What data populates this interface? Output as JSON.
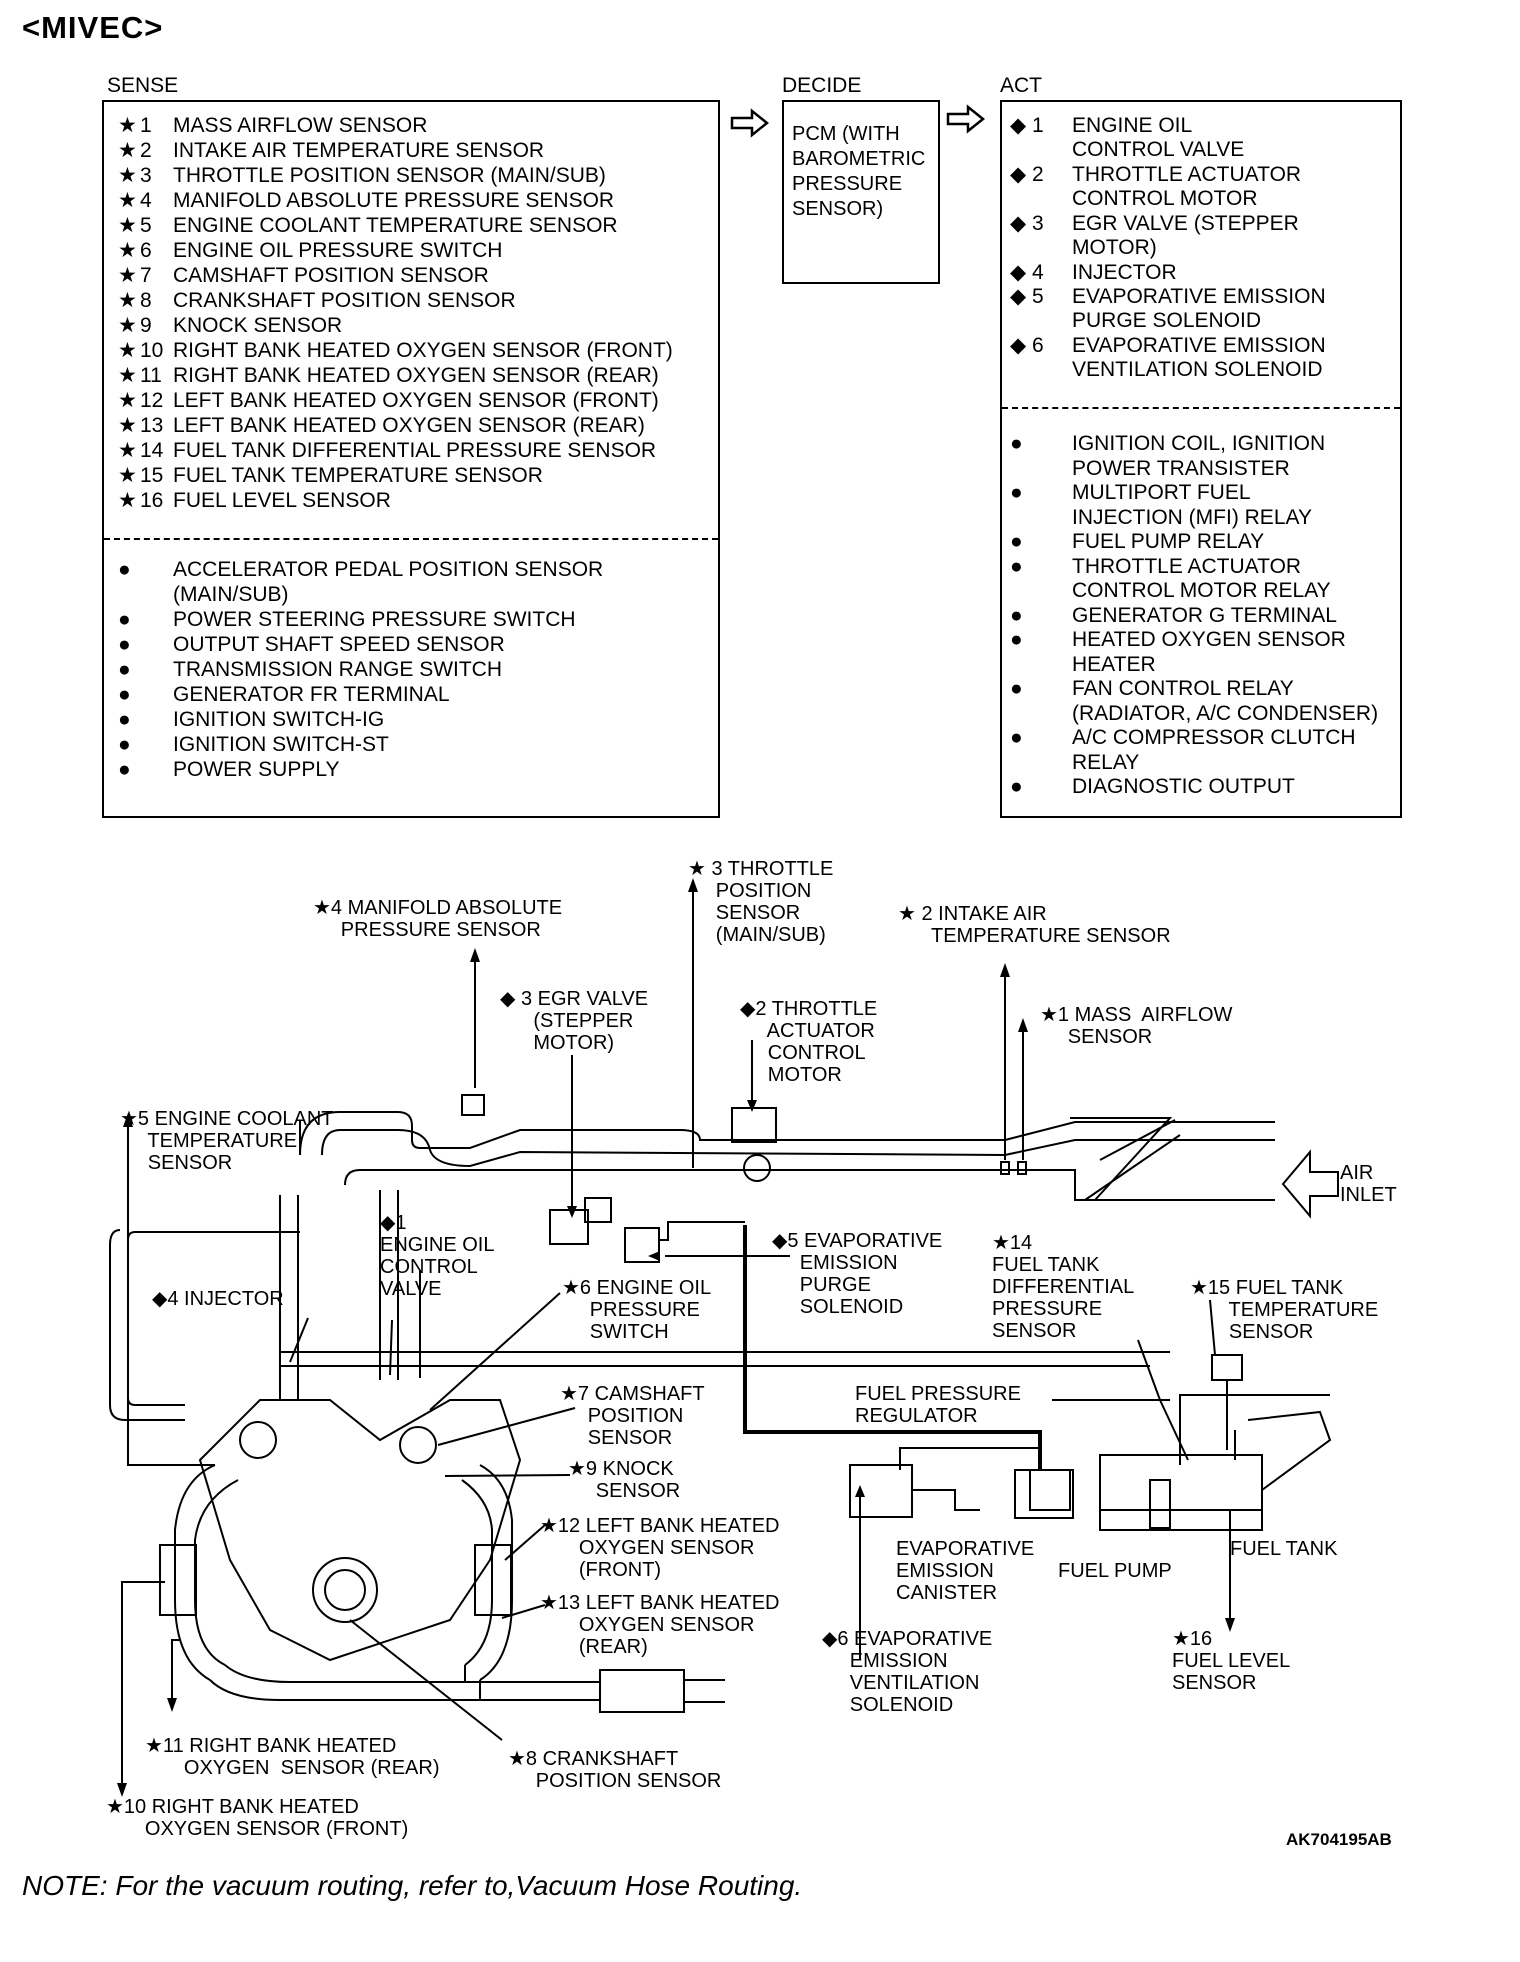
{
  "title": "<MIVEC>",
  "headers": {
    "sense": "SENSE",
    "decide": "DECIDE",
    "act": "ACT"
  },
  "sense": {
    "items": [
      {
        "mark": "★",
        "num": "1",
        "text": "MASS AIRFLOW SENSOR"
      },
      {
        "mark": "★",
        "num": "2",
        "text": "INTAKE AIR TEMPERATURE SENSOR"
      },
      {
        "mark": "★",
        "num": "3",
        "text": "THROTTLE POSITION SENSOR (MAIN/SUB)"
      },
      {
        "mark": "★",
        "num": "4",
        "text": "MANIFOLD ABSOLUTE PRESSURE SENSOR"
      },
      {
        "mark": "★",
        "num": "5",
        "text": "ENGINE COOLANT TEMPERATURE SENSOR"
      },
      {
        "mark": "★",
        "num": "6",
        "text": "ENGINE OIL PRESSURE SWITCH"
      },
      {
        "mark": "★",
        "num": "7",
        "text": "CAMSHAFT POSITION SENSOR"
      },
      {
        "mark": "★",
        "num": "8",
        "text": "CRANKSHAFT POSITION SENSOR"
      },
      {
        "mark": "★",
        "num": "9",
        "text": "KNOCK SENSOR"
      },
      {
        "mark": "★",
        "num": "10",
        "text": "RIGHT BANK HEATED OXYGEN SENSOR (FRONT)"
      },
      {
        "mark": "★",
        "num": "11",
        "text": "RIGHT BANK HEATED OXYGEN SENSOR (REAR)"
      },
      {
        "mark": "★",
        "num": "12",
        "text": "LEFT BANK HEATED OXYGEN SENSOR (FRONT)"
      },
      {
        "mark": "★",
        "num": "13",
        "text": "LEFT BANK HEATED OXYGEN SENSOR (REAR)"
      },
      {
        "mark": "★",
        "num": "14",
        "text": "FUEL TANK DIFFERENTIAL PRESSURE SENSOR"
      },
      {
        "mark": "★",
        "num": "15",
        "text": "FUEL TANK TEMPERATURE SENSOR"
      },
      {
        "mark": "★",
        "num": "16",
        "text": "FUEL LEVEL SENSOR"
      }
    ],
    "other_items": [
      {
        "mark": "●",
        "text": "ACCELERATOR PEDAL POSITION SENSOR",
        "text2": "(MAIN/SUB)"
      },
      {
        "mark": "●",
        "text": "POWER STEERING PRESSURE SWITCH"
      },
      {
        "mark": "●",
        "text": "OUTPUT SHAFT SPEED SENSOR"
      },
      {
        "mark": "●",
        "text": "TRANSMISSION RANGE SWITCH"
      },
      {
        "mark": "●",
        "text": "GENERATOR FR TERMINAL"
      },
      {
        "mark": "●",
        "text": "IGNITION SWITCH-IG"
      },
      {
        "mark": "●",
        "text": "IGNITION SWITCH-ST"
      },
      {
        "mark": "●",
        "text": "POWER SUPPLY"
      }
    ]
  },
  "decide": {
    "lines": [
      "PCM (WITH",
      "BAROMETRIC",
      "PRESSURE",
      "SENSOR)"
    ]
  },
  "act": {
    "items": [
      {
        "mark": "◆",
        "num": "1",
        "text": "ENGINE OIL",
        "text2": "CONTROL VALVE"
      },
      {
        "mark": "◆",
        "num": "2",
        "text": "THROTTLE ACTUATOR",
        "text2": "CONTROL MOTOR"
      },
      {
        "mark": "◆",
        "num": "3",
        "text": "EGR VALVE (STEPPER",
        "text2": "MOTOR)"
      },
      {
        "mark": "◆",
        "num": "4",
        "text": "INJECTOR"
      },
      {
        "mark": "◆",
        "num": "5",
        "text": "EVAPORATIVE EMISSION",
        "text2": "PURGE SOLENOID"
      },
      {
        "mark": "◆",
        "num": "6",
        "text": "EVAPORATIVE EMISSION",
        "text2": "VENTILATION SOLENOID"
      }
    ],
    "other_items": [
      {
        "mark": "●",
        "text": "IGNITION COIL, IGNITION",
        "text2": "POWER TRANSISTER"
      },
      {
        "mark": "●",
        "text": "MULTIPORT FUEL",
        "text2": "INJECTION (MFI) RELAY"
      },
      {
        "mark": "●",
        "text": "FUEL PUMP RELAY"
      },
      {
        "mark": "●",
        "text": "THROTTLE ACTUATOR",
        "text2": "CONTROL MOTOR RELAY"
      },
      {
        "mark": "●",
        "text": "GENERATOR G TERMINAL"
      },
      {
        "mark": "●",
        "text": "HEATED OXYGEN SENSOR",
        "text2": "HEATER"
      },
      {
        "mark": "●",
        "text": "FAN CONTROL RELAY",
        "text2": "(RADIATOR, A/C CONDENSER)"
      },
      {
        "mark": "●",
        "text": "A/C COMPRESSOR CLUTCH",
        "text2": "RELAY"
      },
      {
        "mark": "●",
        "text": "DIAGNOSTIC OUTPUT"
      }
    ]
  },
  "diagram_labels": {
    "throttle_position": "★ 3 THROTTLE\n     POSITION\n     SENSOR\n     (MAIN/SUB)",
    "map_sensor": "★4 MANIFOLD ABSOLUTE\n     PRESSURE SENSOR",
    "intake_air_temp": "★ 2 INTAKE AIR\n      TEMPERATURE SENSOR",
    "egr_valve": "◆ 3 EGR VALVE\n      (STEPPER\n      MOTOR)",
    "throttle_actuator": "◆2 THROTTLE\n     ACTUATOR\n     CONTROL\n     MOTOR",
    "mass_airflow": "★1 MASS  AIRFLOW\n     SENSOR",
    "coolant_temp": "★5 ENGINE COOLANT\n     TEMPERATURE\n     SENSOR",
    "air_inlet": "AIR\nINLET",
    "oil_control_valve": "◆1\nENGINE OIL\nCONTROL\nVALVE",
    "purge_solenoid": "◆5 EVAPORATIVE\n     EMISSION\n     PURGE\n     SOLENOID",
    "fuel_tank_diff": "★14\nFUEL TANK\nDIFFERENTIAL\nPRESSURE\nSENSOR",
    "injector": "◆4 INJECTOR",
    "oil_pressure_switch": "★6 ENGINE OIL\n     PRESSURE\n     SWITCH",
    "fuel_tank_temp": "★15 FUEL TANK\n       TEMPERATURE\n       SENSOR",
    "camshaft": "★7 CAMSHAFT\n     POSITION\n     SENSOR",
    "fuel_pressure_reg": "FUEL PRESSURE\nREGULATOR",
    "knock": "★9 KNOCK\n     SENSOR",
    "left_front_o2": "★12 LEFT BANK HEATED\n       OXYGEN SENSOR\n       (FRONT)",
    "evap_canister": "EVAPORATIVE\nEMISSION\nCANISTER",
    "fuel_pump": "FUEL PUMP",
    "fuel_tank": "FUEL TANK",
    "left_rear_o2": "★13 LEFT BANK HEATED\n       OXYGEN SENSOR\n       (REAR)",
    "vent_solenoid": "◆6 EVAPORATIVE\n     EMISSION\n     VENTILATION\n     SOLENOID",
    "fuel_level": "★16\nFUEL LEVEL\nSENSOR",
    "right_rear_o2": "★11 RIGHT BANK HEATED\n       OXYGEN  SENSOR (REAR)",
    "crankshaft": "★8 CRANKSHAFT\n     POSITION SENSOR",
    "right_front_o2": "★10 RIGHT BANK HEATED\n       OXYGEN SENSOR (FRONT)"
  },
  "figure_code": "AK704195AB",
  "note": "NOTE: For the vacuum routing, refer to,Vacuum Hose Routing."
}
